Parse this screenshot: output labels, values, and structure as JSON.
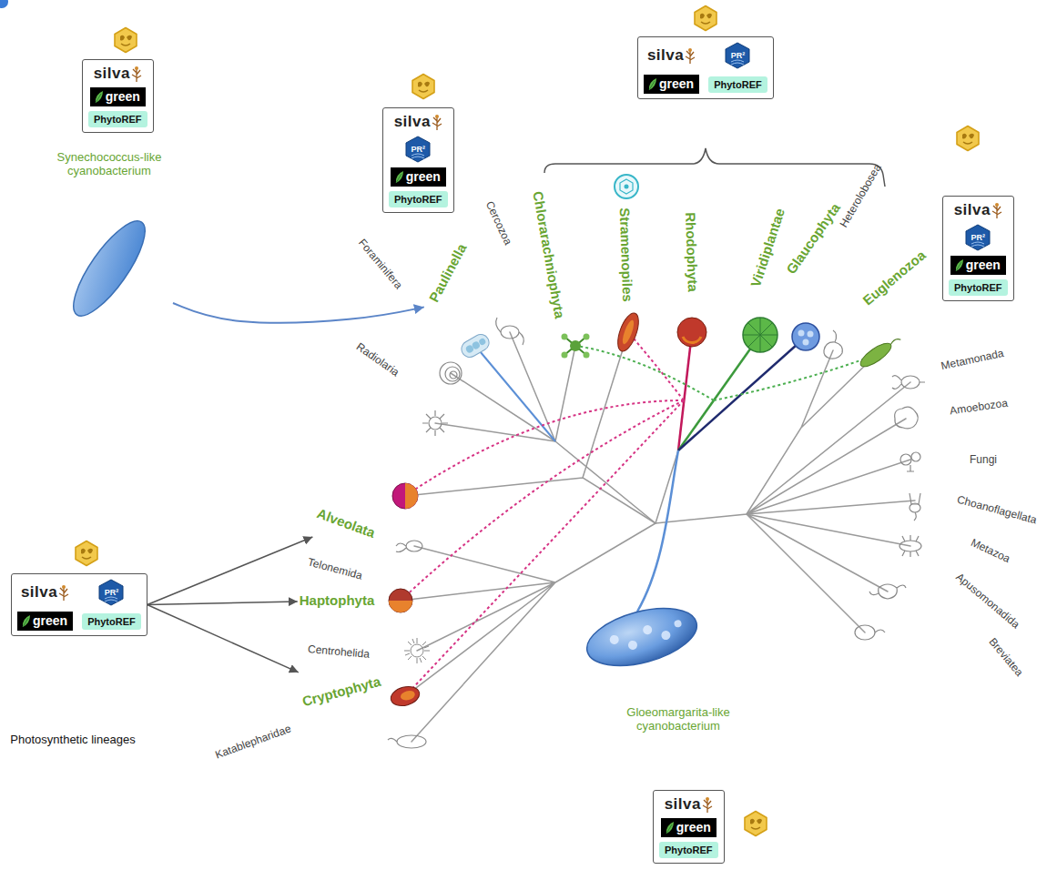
{
  "diagram": {
    "nodes": [
      {
        "text": [
          "silva",
          "green",
          "PhytoREF"
        ]
      },
      {
        "text": [
          "Synechococcus-like cyanobacterium"
        ]
      },
      {
        "text": [
          "silva",
          "PR²",
          "green",
          "PhytoREF"
        ]
      },
      {
        "text": [
          "silva",
          "PR²",
          "green",
          "PhytoREF"
        ]
      },
      {
        "text": [
          "silva",
          "PR²",
          "green",
          "PhytoREF"
        ]
      },
      {
        "text": [
          "Paulinella"
        ]
      },
      {
        "text": [
          "silva",
          "PR²",
          "green",
          "PhytoREF"
        ]
      },
      {
        "text": [
          "Alveolata"
        ]
      },
      {
        "text": [
          "Haptophyta"
        ]
      },
      {
        "text": [
          "Cryptophyta"
        ]
      },
      {
        "text": [
          "silva",
          "green",
          "PhytoREF"
        ]
      }
    ],
    "edges": [
      {
        "from": 1,
        "to": 5,
        "arrow": "to"
      },
      {
        "from": 6,
        "to": 7,
        "arrow": "to"
      },
      {
        "from": 6,
        "to": 8,
        "arrow": "to"
      },
      {
        "from": 6,
        "to": 9,
        "arrow": "to"
      }
    ],
    "labels": [
      "Cercozoa",
      "Foraminifera",
      "Radiolaria",
      "Telonemida",
      "Centrohelida",
      "Katablepharidae",
      "Chlorarachniophyta",
      "Stramenopiles",
      "Rhodophyta",
      "Viridiplantae",
      "Glaucophyta",
      "Heterolobosea",
      "Euglenozoa",
      "Metamonada",
      "Amoebozoa",
      "Fungi",
      "Choanoflagellata",
      "Metazoa",
      "Apusomonadida",
      "Breviatea",
      "Gloeomargarita-like cyanobacterium",
      "Photosynthetic lineages"
    ]
  }
}
